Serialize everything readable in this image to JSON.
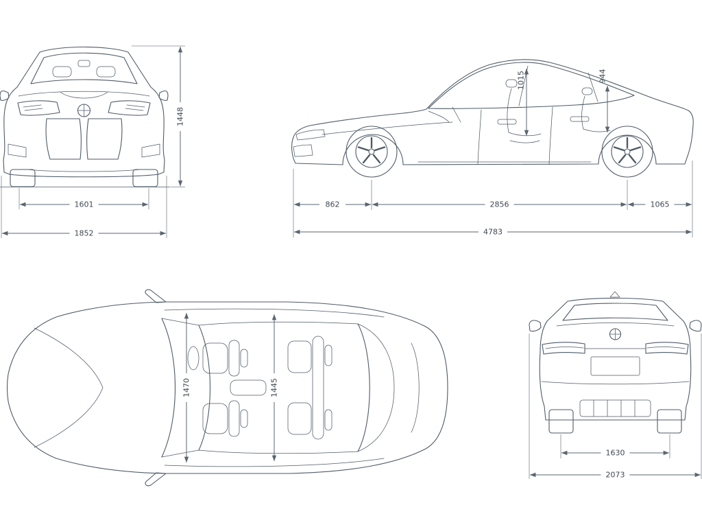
{
  "colors": {
    "line": "#4e5a66",
    "dimension_line": "#5a6570",
    "label_text": "#3e4850",
    "background": "#ffffff"
  },
  "icons": {
    "brand_badge": "car-brand-roundel",
    "antenna": "shark-fin-antenna"
  },
  "views": {
    "front": {
      "dims": {
        "overall_height": "1448",
        "track_width": "1601",
        "overall_width": "1852"
      }
    },
    "side": {
      "dims": {
        "front_headroom": "1015",
        "rear_headroom": "944",
        "front_overhang": "862",
        "wheelbase": "2856",
        "rear_overhang": "1065",
        "overall_length": "4783"
      }
    },
    "top": {
      "dims": {
        "front_interior_width": "1470",
        "rear_interior_width": "1445"
      }
    },
    "rear": {
      "dims": {
        "track_width": "1630",
        "overall_width_incl_mirrors": "2073"
      }
    }
  }
}
